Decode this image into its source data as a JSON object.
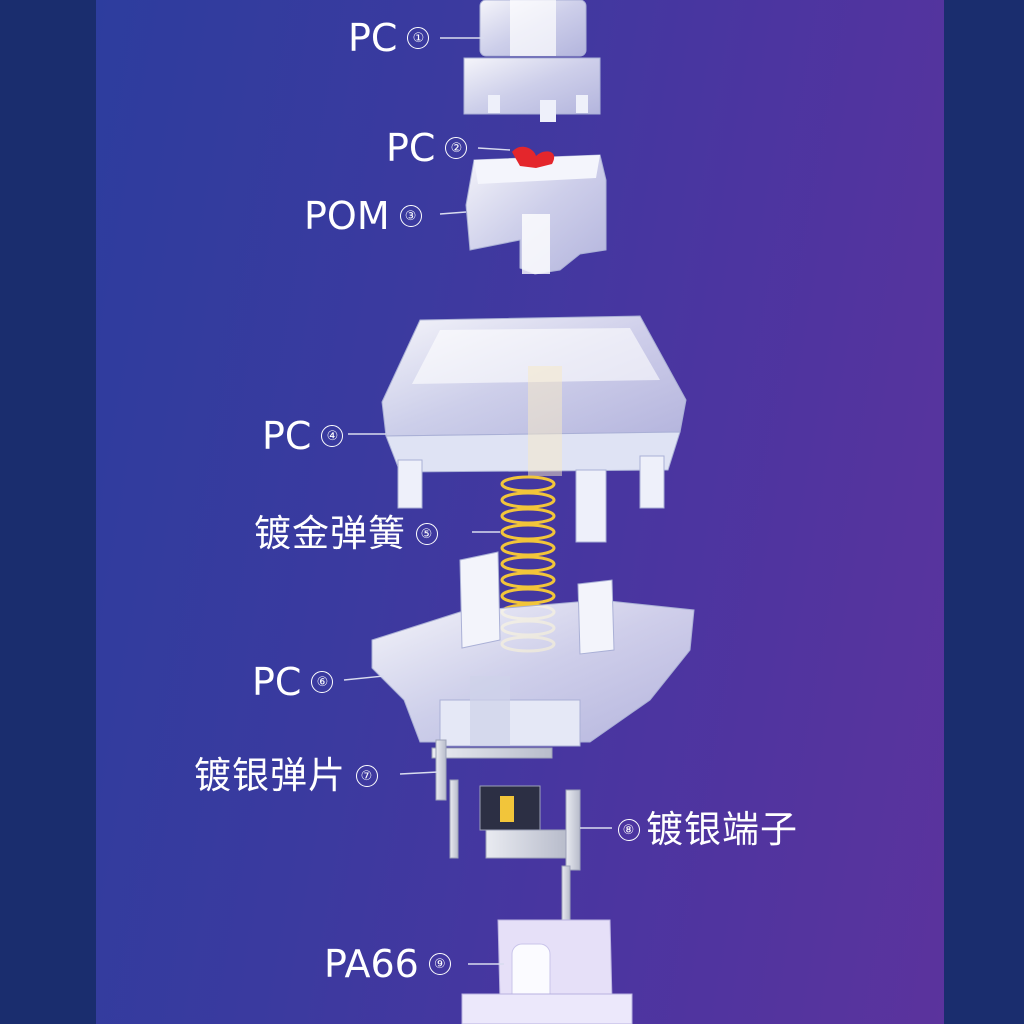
{
  "parts": [
    {
      "material": "PC",
      "number": "①"
    },
    {
      "material": "PC",
      "number": "②"
    },
    {
      "material": "POM",
      "number": "③"
    },
    {
      "material": "PC",
      "number": "④"
    },
    {
      "material": "镀金弹簧",
      "number": "⑤"
    },
    {
      "material": "PC",
      "number": "⑥"
    },
    {
      "material": "镀银弹片",
      "number": "⑦"
    },
    {
      "material": "镀银端子",
      "number": "⑧"
    },
    {
      "material": "PA66",
      "number": "⑨"
    }
  ],
  "colors": {
    "background_left": "#2d3d9e",
    "background_right": "#5b339d",
    "label_text": "#ffffff",
    "clear_plastic": "#e8ecf8",
    "spring": "#f2c53a",
    "red_marker": "#e4262c",
    "metal": "#c9ccd6",
    "pa66_base": "#d9d4f2"
  }
}
